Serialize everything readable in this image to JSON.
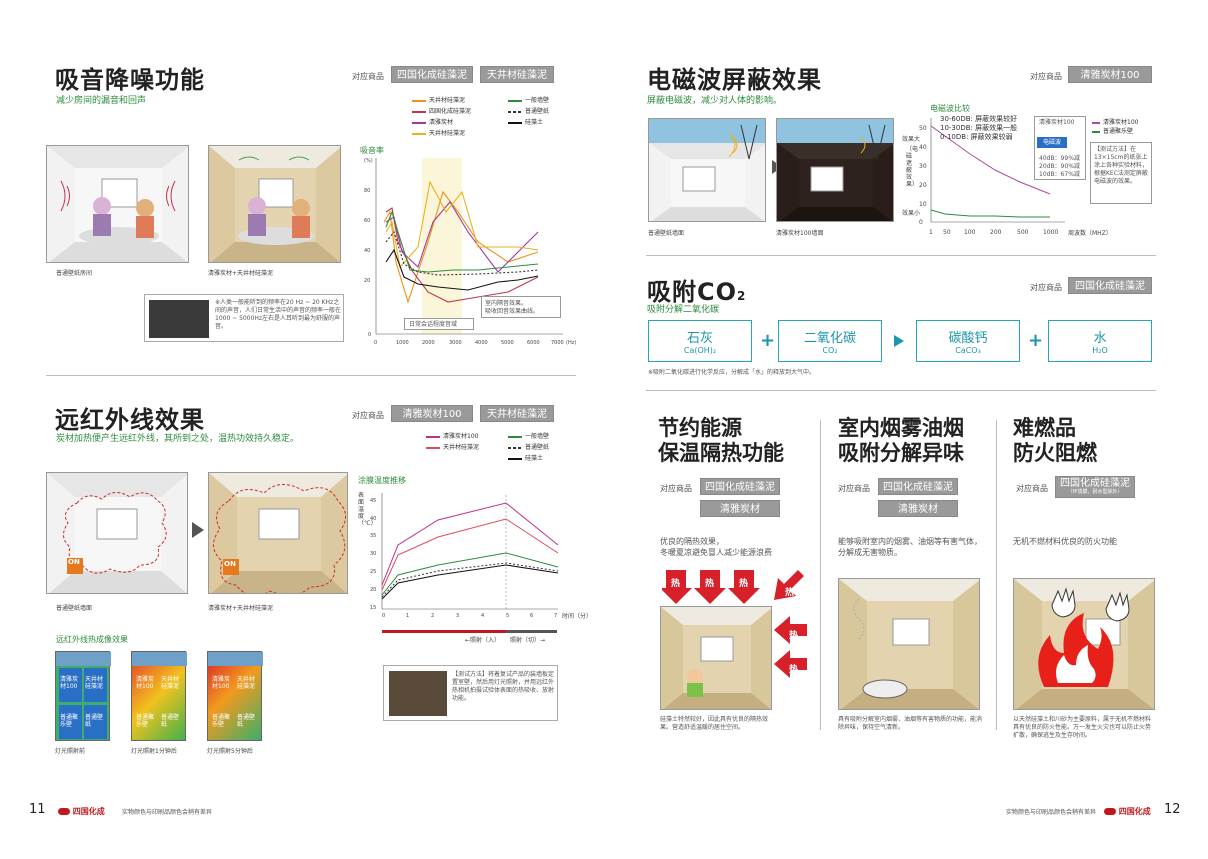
{
  "sound": {
    "title": "吸音降噪功能",
    "subtitle": "减少房间的漏音和回声",
    "products_label": "对应商品",
    "tags": [
      "四国化成硅藻泥",
      "天井材硅藻泥"
    ],
    "legend": [
      "天井材硅藻泥",
      "四国化成硅藻泥",
      "清雅炭材",
      "天井材硅藻泥",
      "一般墙壁",
      "普通壁纸",
      "硅藻土"
    ],
    "chart_title": "吸音率",
    "room1_caption": "普通壁纸房间",
    "room2_caption": "清雅炭材+天井材硅藻泥",
    "note": "※人类一般能听到的频率在20 Hz ~ 20 KHz之间的声音，人们日常生活中的声音的频率一般在1000 ~ 5000Hz左右是人耳听到最为舒服的声音。",
    "callout1": "室内隔音效果。\n吸收回音效果曲线。",
    "callout2": "日常会话程度音域"
  },
  "infrared": {
    "title": "远红外线效果",
    "subtitle": "炭材加热便产生远红外线，其所到之处，温热功效持久稳定。",
    "products_label": "对应商品",
    "tags": [
      "清雅炭材100",
      "天井材硅藻泥"
    ],
    "legend": [
      "清雅炭材100",
      "天井材硅藻泥",
      "一般墙壁",
      "普通壁纸",
      "硅藻土"
    ],
    "chart_title": "涂膜温度推移",
    "y_label": "表面温度（℃）",
    "x_label": "时间（分）",
    "room1_caption": "普通壁纸墙面",
    "room2_caption": "清雅炭材+天井材硅藻泥",
    "thermal_title": "远红外线热成像效果",
    "thermal_captions": [
      "灯光照射前",
      "灯光照射1分钟后",
      "灯光照射5分钟后"
    ],
    "thermal_labels": [
      "清雅炭材100",
      "天井材硅藻泥",
      "普通聚乐壁",
      "普通壁纸"
    ],
    "bar_left": "←照射（入）",
    "bar_right": "照射（切）→",
    "heater": "ON",
    "note": "【测试方法】将着复试产品的装墙板定置室壁，然后用灯光照射，并用远红外热相机拍摄试验体表面的热吸收、放射功能。"
  },
  "em": {
    "title": "电磁波屏蔽效果",
    "subtitle": "屏蔽电磁波，减少对人体的影响。",
    "products_label": "对应商品",
    "tags": [
      "清雅炭材100"
    ],
    "chart_title": "电磁波比较",
    "legend_lines": [
      "30-60DB: 屏蔽效果较好",
      "10-30DB: 屏蔽效果一般",
      "0-10DB: 屏蔽效果较弱"
    ],
    "box_title": "清雅炭材100",
    "em_label": "电磁波",
    "db_values": [
      "40dB：99%减",
      "20dB：90%减",
      "10dB：67%减"
    ],
    "legend2": [
      "清雅炭材100",
      "普通聚乐壁"
    ],
    "y_top": "效果大",
    "y_bottom": "效果小",
    "y_mid": "（电磁遮蔽效果）",
    "x_unit": "周波数（MHZ）",
    "method": "【测试方法】在13×15cm的纸张上涂上各种实验材料，根据KEC法测定屏蔽电磁波的效果。",
    "room1_caption": "普通壁纸墙面",
    "room2_caption": "清雅炭材100墙面"
  },
  "co2": {
    "title": "吸附CO",
    "title_sub": "2",
    "subtitle": "吸附分解二氧化碳",
    "products_label": "对应商品",
    "tags": [
      "四国化成硅藻泥"
    ],
    "items": [
      {
        "name": "石灰",
        "formula": "Ca(OH)₂"
      },
      {
        "name": "二氧化碳",
        "formula": "CO₂"
      },
      {
        "name": "碳酸钙",
        "formula": "CaCO₃"
      },
      {
        "name": "水",
        "formula": "H₂O"
      }
    ],
    "plus": "+",
    "note": "※吸附二氧化碳进行化学反应，分解成「水」的释放到大气中。"
  },
  "col1": {
    "title1": "节约能源",
    "title2": "保温隔热功能",
    "products_label": "对应商品",
    "tags": [
      "四国化成硅藻泥",
      "清雅炭材"
    ],
    "desc": "优良的隔热效果，\n冬暖夏凉避免冒人减少能源浪费",
    "heat": "热",
    "caption": "硅藻土特然较好，因此具有优良的隔热效果。营造舒适温暖的居住空间。"
  },
  "col2": {
    "title1": "室内烟雾油烟",
    "title2": "吸附分解异味",
    "products_label": "对应商品",
    "tags": [
      "四国化成硅藻泥",
      "清雅炭材"
    ],
    "desc": "能够吸附室内的烟雾、油烟等有害气体，分解成无害物质。",
    "caption": "具有吸附分解室内烟雾、油烟等有害物质的功能，能消除异味，保持空气清新。"
  },
  "col3": {
    "title1": "难燃品",
    "title2": "防火阻燃",
    "products_label": "对应商品",
    "tags": [
      "四国化成硅藻泥"
    ],
    "tag_sub": "（环境膜，耐水型除外）",
    "desc": "无机不燃材料优良的防火功能",
    "caption": "以天然硅藻土和川砂为主要原料，属于无机不燃材料具有优良的防火性能。万一发生火灾也可以防止火势扩散，确保逃生及生存时间。"
  },
  "footer": {
    "page_left": "11",
    "page_right": "12",
    "logo": "四国化成",
    "disclaimer_left": "实物颜色与印刷品颜色会稍有差异",
    "disclaimer_right": "实物颜色与印刷品颜色会稍有差异"
  }
}
